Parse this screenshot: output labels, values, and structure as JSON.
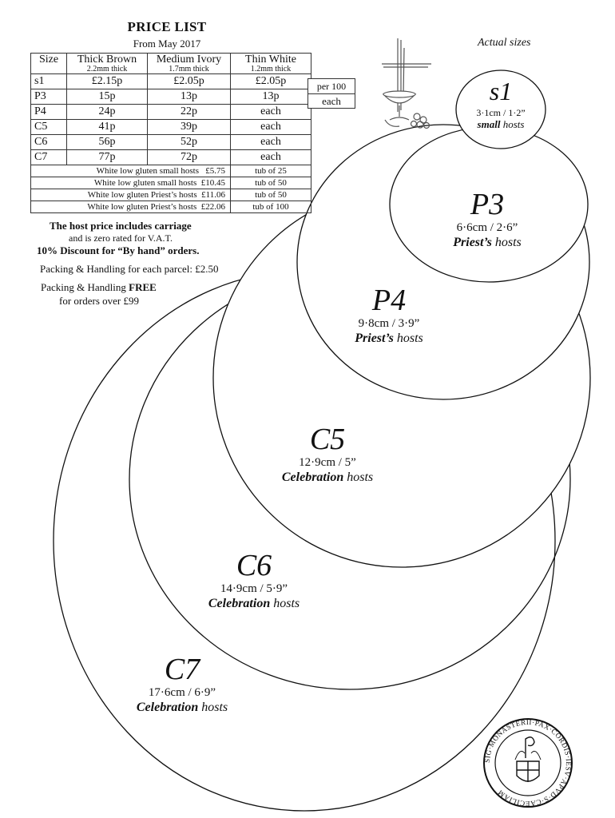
{
  "header": {
    "title": "PRICE LIST",
    "subtitle": "From May 2017",
    "actual_sizes": "Actual sizes"
  },
  "table": {
    "col_size": "Size",
    "col1": {
      "name": "Thick Brown",
      "thick": "2.2mm thick"
    },
    "col2": {
      "name": "Medium Ivory",
      "thick": "1.7mm thick"
    },
    "col3": {
      "name": "Thin White",
      "thick": "1.2mm thick"
    },
    "rows": [
      {
        "size": "s1",
        "brown": "£2.15p",
        "ivory": "£2.05p",
        "white": "£2.05p"
      },
      {
        "size": "P3",
        "brown": "15p",
        "ivory": "13p",
        "white": "13p"
      },
      {
        "size": "P4",
        "brown": "24p",
        "ivory": "22p",
        "white": "each"
      },
      {
        "size": "C5",
        "brown": "41p",
        "ivory": "39p",
        "white": "each"
      },
      {
        "size": "C6",
        "brown": "56p",
        "ivory": "52p",
        "white": "each"
      },
      {
        "size": "C7",
        "brown": "77p",
        "ivory": "72p",
        "white": "each"
      }
    ],
    "per100": "per 100",
    "each": "each",
    "gluten": [
      {
        "name": "White low gluten small hosts",
        "price": "£5.75",
        "unit": "tub of 25"
      },
      {
        "name": "White low gluten small hosts",
        "price": "£10.45",
        "unit": "tub of 50"
      },
      {
        "name": "White low gluten Priest’s hosts",
        "price": "£11.06",
        "unit": "tub of 50"
      },
      {
        "name": "White low gluten Priest’s hosts",
        "price": "£22.06",
        "unit": "tub of 100"
      }
    ]
  },
  "notes": {
    "carriage_bold": "The host price includes carriage",
    "vat": "and is zero rated for V.A.T.",
    "discount": "10% Discount for “By hand” orders.",
    "packing": "Packing & Handling for each parcel: £2.50",
    "free_pre": "Packing & Handling ",
    "free_bold": "FREE",
    "free_post": "for orders over £99"
  },
  "sizes": {
    "s1": {
      "label": "s1",
      "dim": "3·1cm / 1·2”",
      "kind_bold": "small",
      "kind_rest": " hosts"
    },
    "p3": {
      "label": "P3",
      "dim": "6·6cm  /  2·6”",
      "kind_bold": "Priest’s",
      "kind_rest": " hosts"
    },
    "p4": {
      "label": "P4",
      "dim": "9·8cm  /  3·9”",
      "kind_bold": "Priest’s",
      "kind_rest": " hosts"
    },
    "c5": {
      "label": "C5",
      "dim": "12·9cm  /  5”",
      "kind_bold": "Celebration",
      "kind_rest": " hosts"
    },
    "c6": {
      "label": "C6",
      "dim": "14·9cm  /  5·9”",
      "kind_bold": "Celebration",
      "kind_rest": " hosts"
    },
    "c7": {
      "label": "C7",
      "dim": "17·6cm  /  6·9”",
      "kind_bold": "Celebration",
      "kind_rest": " hosts"
    }
  },
  "seal": {
    "text": "SIG·MONASTERII·PAX·CORDIS·IESV·APVD·S·CAECILIAM"
  }
}
